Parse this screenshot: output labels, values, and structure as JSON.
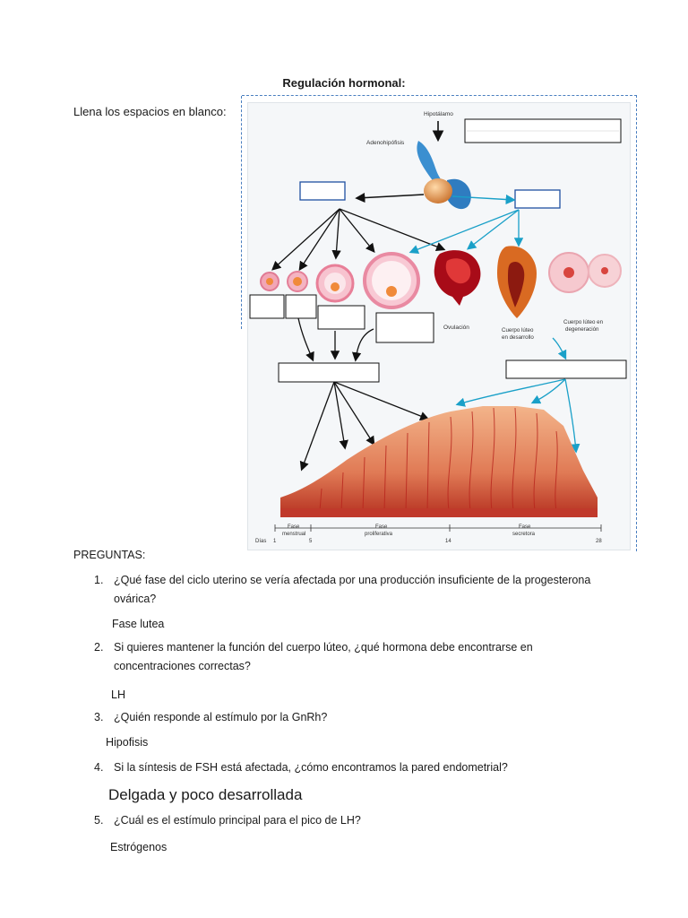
{
  "title": "Regulación hormonal:",
  "instruction": "Llena los espacios en blanco:",
  "figure": {
    "labels": {
      "hypothalamus": "Hipotálamo",
      "adenohypophysis": "Adenohipófisis",
      "ovulation": "Ovulación",
      "corpus_dev_1": "Cuerpo lúteo",
      "corpus_dev_2": "en desarrollo",
      "corpus_deg_1": "Cuerpo lúteo en",
      "corpus_deg_2": "degeneración",
      "days": "Días",
      "phase_menstrual_1": "Fase",
      "phase_menstrual_2": "menstrual",
      "phase_prolif_1": "Fase",
      "phase_prolif_2": "proliferativa",
      "phase_secret_1": "Fase",
      "phase_secret_2": "secretora",
      "day_1": "1",
      "day_5": "5",
      "day_14": "14",
      "day_28": "28"
    }
  },
  "questions_heading": "PREGUNTAS:",
  "questions": [
    {
      "num": "1.",
      "line1": "¿Qué fase del ciclo uterino se vería afectada por una producción insuficiente de la progesterona",
      "line2": "ovárica?",
      "answer": "Fase lutea"
    },
    {
      "num": "2.",
      "line1": "Si quieres mantener la función del cuerpo lúteo, ¿qué hormona debe encontrarse en",
      "line2": "concentraciones correctas?",
      "answer": "LH"
    },
    {
      "num": "3.",
      "line1": "¿Quién responde al estímulo por la GnRh?",
      "answer": "Hipofisis"
    },
    {
      "num": "4.",
      "line1": "Si la síntesis de FSH está afectada, ¿cómo encontramos la pared endometrial?",
      "answer": "Delgada y poco desarrollada"
    },
    {
      "num": "5.",
      "line1": "¿Cuál es el estímulo principal para el pico de LH?",
      "answer": "Estrógenos"
    }
  ]
}
